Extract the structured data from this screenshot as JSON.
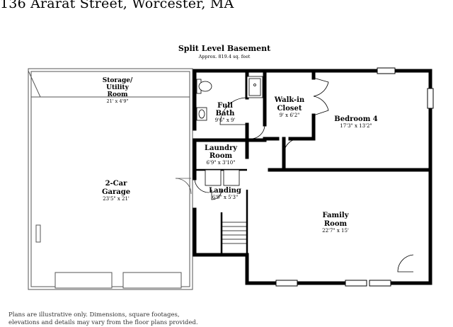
{
  "header": {
    "address": "136 Ararat Street, Worcester, MA"
  },
  "plan": {
    "title": "Split Level Basement",
    "area": "Approx. 819.4 sq. feet",
    "rooms": {
      "storage": {
        "name_line1": "Storage/",
        "name_line2": "Utility",
        "name_line3": "Room",
        "dims": "21' x 4'9\""
      },
      "bath": {
        "name_line1": "Full",
        "name_line2": "Bath",
        "dims": "9'6\" x 9'"
      },
      "closet": {
        "name_line1": "Walk-in",
        "name_line2": "Closet",
        "dims": "9' x 6'2\""
      },
      "bedroom": {
        "name": "Bedroom 4",
        "dims": "17'3\" x 13'2\""
      },
      "laundry": {
        "name_line1": "Laundry",
        "name_line2": "Room",
        "dims": "6'9\" x 3'10\""
      },
      "garage": {
        "name_line1": "2-Car",
        "name_line2": "Garage",
        "dims": "23'5\" x 21'"
      },
      "landing": {
        "name": "Landing",
        "dims": "6'9\" x 5'3\""
      },
      "family": {
        "name_line1": "Family",
        "name_line2": "Room",
        "dims": "22'7\" x 15'"
      }
    }
  },
  "footnote": {
    "line1": "Plans are illustrative only. Dimensions, square footages,",
    "line2": "elevations and details may vary from the floor plans provided."
  }
}
